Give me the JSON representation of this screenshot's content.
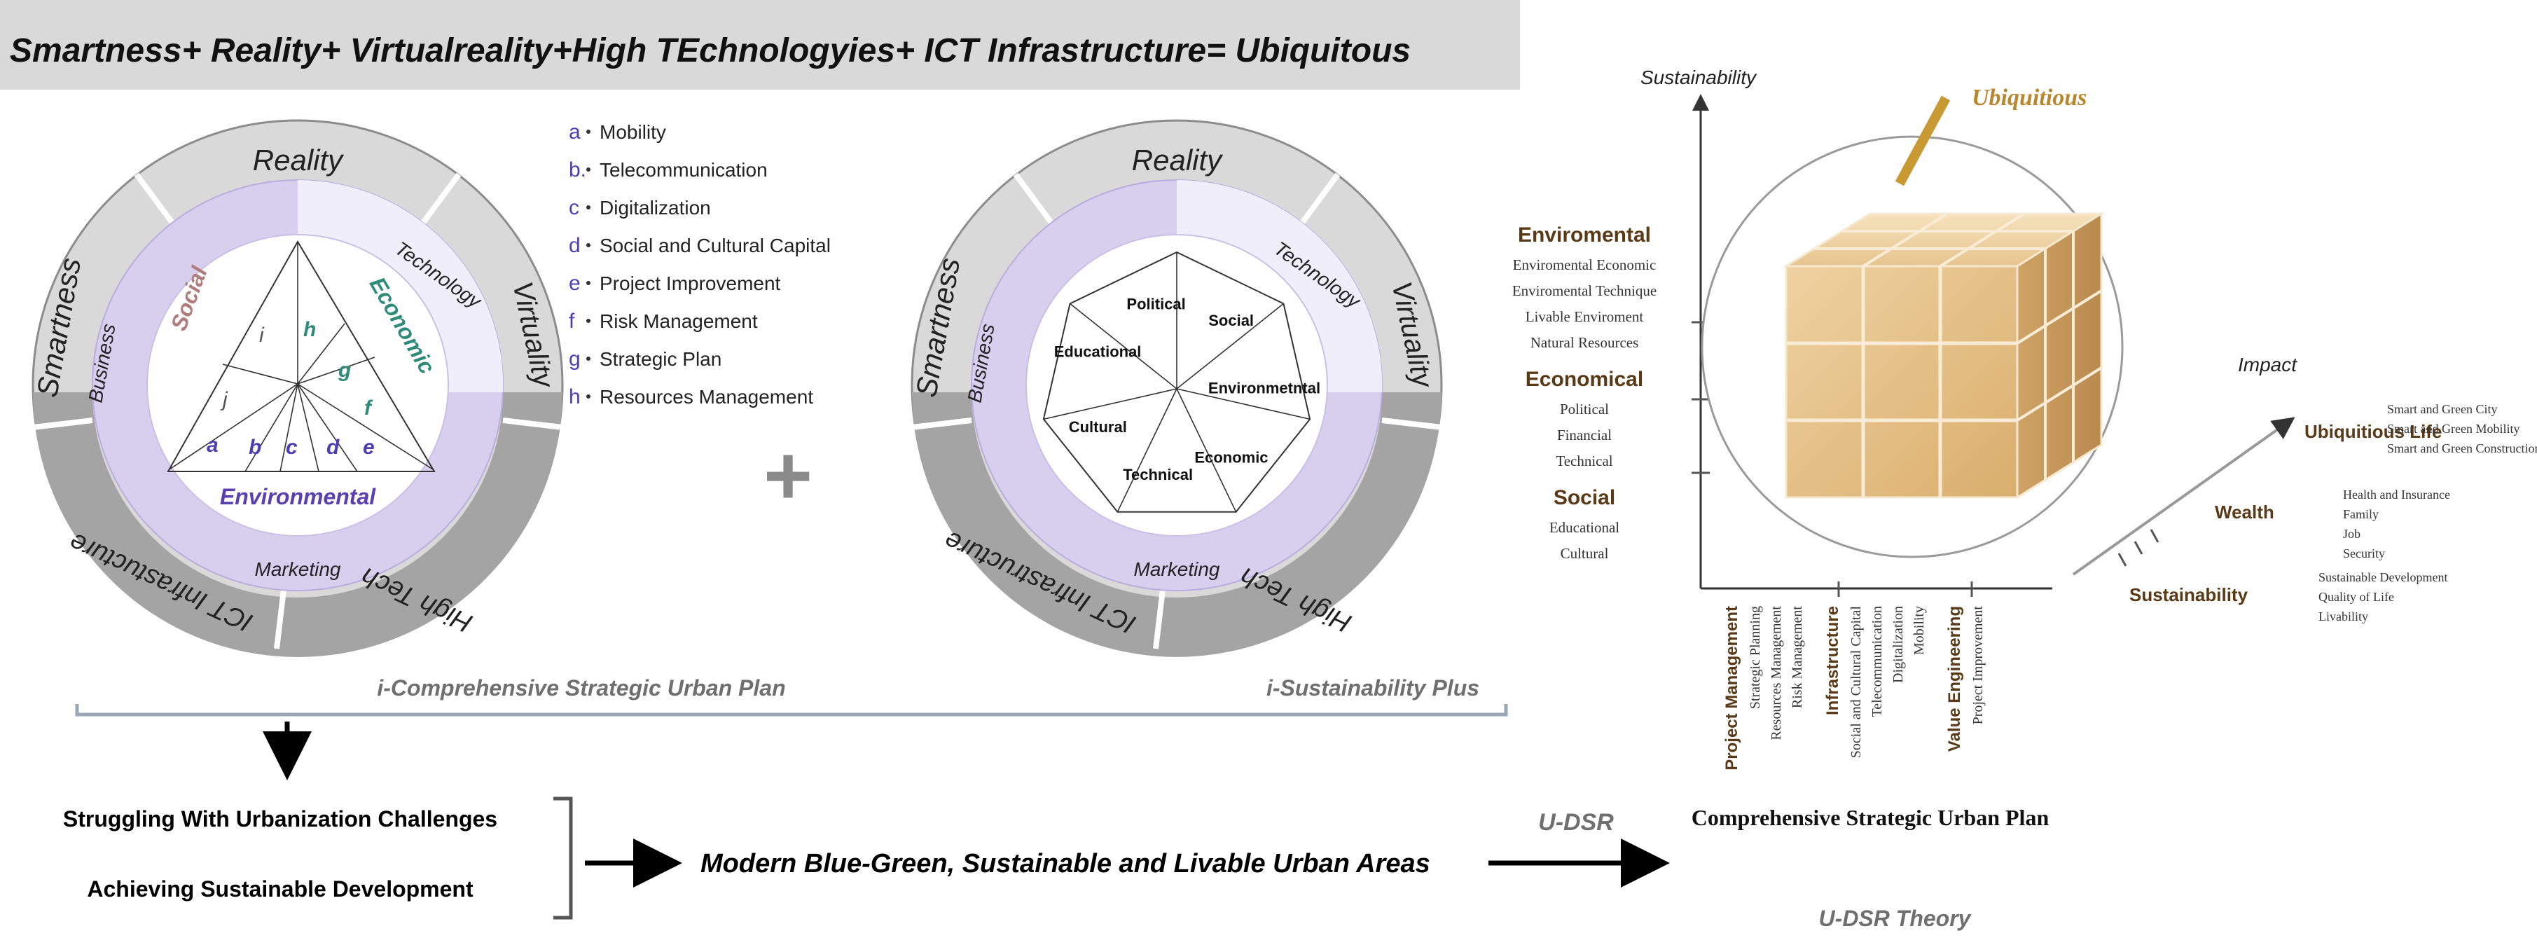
{
  "banner": {
    "text": "Smartness+ Reality+ Virtualreality+High TEchnologyies+ ICT Infrastructure= Ubiquitous"
  },
  "wheel_left": {
    "outer": {
      "top": "Reality",
      "left": "Smartness",
      "right": "Virtuality",
      "bottom_left": "ICT Infrastucture",
      "bottom_right": "High Tech"
    },
    "inner": {
      "top_right": "Technology",
      "left": "Business",
      "bottom": "Marketing"
    },
    "triangle": {
      "social": "Social",
      "economic": "Economic",
      "environmental": "Environmental"
    },
    "letters": [
      "a",
      "b",
      "c",
      "d",
      "e",
      "f",
      "g",
      "h",
      "i",
      "j"
    ]
  },
  "legend": [
    {
      "key": "a",
      "label": "Mobility"
    },
    {
      "key": "b.",
      "label": "Telecommunication"
    },
    {
      "key": "c",
      "label": "Digitalization"
    },
    {
      "key": "d",
      "label": "Social and Cultural Capital"
    },
    {
      "key": "e",
      "label": "Project Improvement"
    },
    {
      "key": "f",
      "label": "Risk Management"
    },
    {
      "key": "g",
      "label": "Strategic Plan"
    },
    {
      "key": "h",
      "label": "Resources Management"
    }
  ],
  "plus": "+",
  "wheel_right": {
    "outer": {
      "top": "Reality",
      "left": "Smartness",
      "right": "Virtuality",
      "bottom_left": "ICT Infrastructure",
      "bottom_right": "High Tech"
    },
    "inner": {
      "top_right": "Technology",
      "left": "Business",
      "bottom": "Marketing"
    },
    "segments": [
      "Political",
      "Social",
      "Environmetntal",
      "Economic",
      "Technical",
      "Cultural",
      "Educational"
    ]
  },
  "brace_labels": {
    "left": "i-Comprehensive Strategic Urban Plan",
    "right": "i-Sustainability Plus"
  },
  "flow": {
    "challenge_1": "Struggling With Urbanization Challenges",
    "challenge_2": "Achieving Sustainable Development",
    "outcome": "Modern Blue-Green, Sustainable and Livable Urban Areas",
    "arrow_label": "U-DSR"
  },
  "udsr": {
    "y_axis": "Sustainability",
    "z_axis": "Impact",
    "cube_label": "Ubiquitious",
    "x_title": "Comprehensive Strategic Urban Plan",
    "theory": "U-DSR Theory",
    "left_groups": [
      {
        "heading": "Enviromental",
        "items": [
          "Enviromental Economic",
          "Enviromental Technique",
          "Livable Enviroment",
          "Natural Resources"
        ]
      },
      {
        "heading": "Economical",
        "items": [
          "Political",
          "Financial",
          "Technical"
        ]
      },
      {
        "heading": "Social",
        "items": [
          "Educational",
          "Cultural"
        ]
      }
    ],
    "bottom_groups": [
      {
        "heading": "Project Management",
        "items": [
          "Strategic Planning",
          "Resources Management",
          "Risk Management"
        ]
      },
      {
        "heading": "Infrastructure",
        "items": [
          "Social and Cultural Capital",
          "Telecommunication",
          "Digitalization",
          "Mobility"
        ]
      },
      {
        "heading": "Value Engineering",
        "items": [
          "Project Improvement"
        ]
      }
    ],
    "right_groups": [
      {
        "heading": "Ubiquitious Life",
        "items": [
          "Smart and Green City",
          "Smart and Green Mobility",
          "Smart and Green Construction"
        ]
      },
      {
        "heading": "Wealth",
        "items": [
          "Health and Insurance",
          "Family",
          "Job",
          "Security"
        ]
      },
      {
        "heading": "Sustainability",
        "items": [
          "Sustainable Development",
          "Quality of Life",
          "Livability"
        ]
      }
    ]
  },
  "colors": {
    "banner_bg": "#d9d9d9",
    "ring_light": "#d9d9d9",
    "ring_dark": "#9e9e9e",
    "inner_ring": "#d8cfee",
    "inner_ring_light": "#f1eefb",
    "social": "#b07c7c",
    "economic": "#2e8b7a",
    "environmental": "#5a3fb0",
    "letters": "#4d3fb3",
    "h_green": "#2e8b7a",
    "heading_brown": "#5a3a16",
    "cube": "#e8c48a",
    "gold": "#b8862e"
  }
}
